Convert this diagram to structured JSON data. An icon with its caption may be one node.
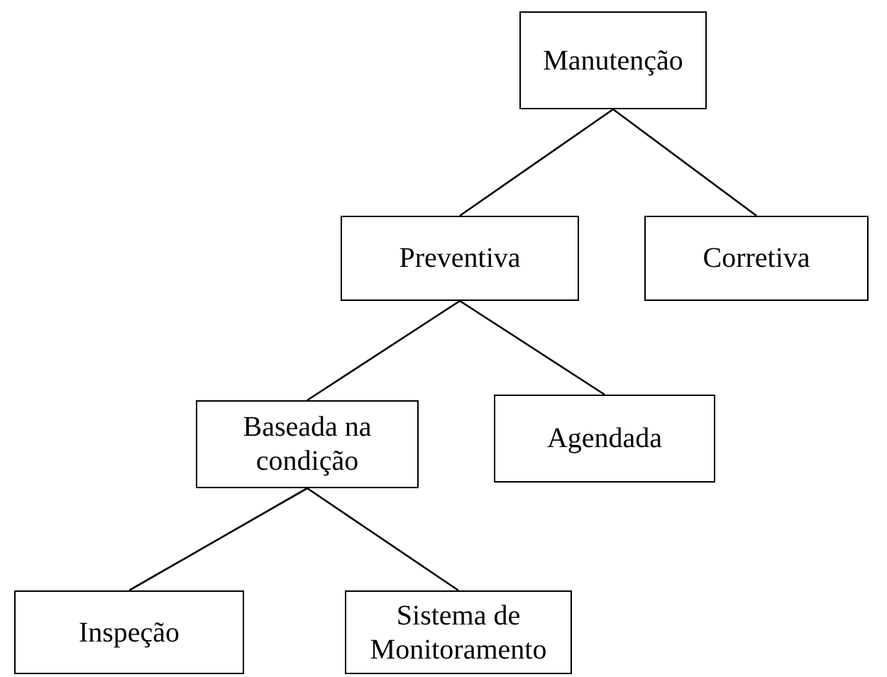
{
  "diagram": {
    "nodes": [
      {
        "text": [
          "Manutenção"
        ]
      },
      {
        "text": [
          "Preventiva"
        ]
      },
      {
        "text": [
          "Corretiva"
        ]
      },
      {
        "text": [
          "Baseada na condição"
        ]
      },
      {
        "text": [
          "Agendada"
        ]
      },
      {
        "text": [
          "Inspeção"
        ]
      },
      {
        "text": [
          "Sistema de Monitoramento"
        ]
      }
    ],
    "edges": [
      {
        "from": 0,
        "to": 1,
        "arrow": "none"
      },
      {
        "from": 0,
        "to": 2,
        "arrow": "none"
      },
      {
        "from": 1,
        "to": 3,
        "arrow": "none"
      },
      {
        "from": 1,
        "to": 4,
        "arrow": "none"
      },
      {
        "from": 3,
        "to": 5,
        "arrow": "none"
      },
      {
        "from": 3,
        "to": 6,
        "arrow": "none"
      }
    ]
  }
}
